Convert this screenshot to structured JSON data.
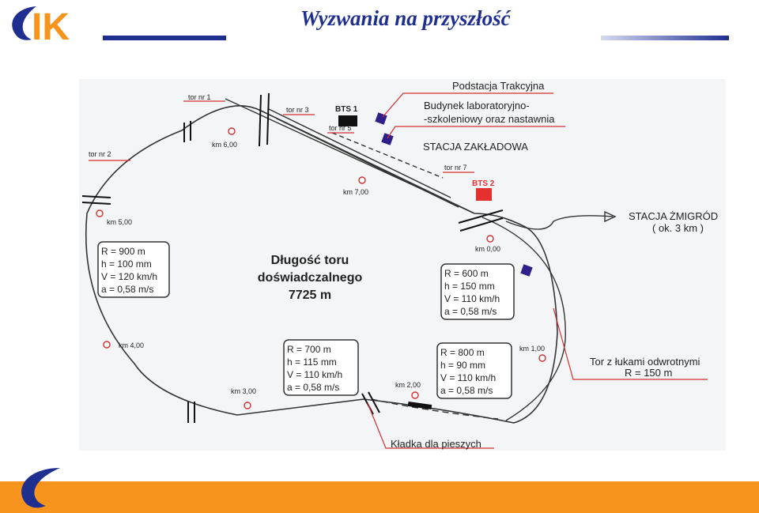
{
  "header": {
    "title": "Wyzwania na przyszłość",
    "logo_text": "IK",
    "colors": {
      "brand_blue": "#1f2f8f",
      "brand_orange": "#f7941d",
      "bts2_red": "#e53030"
    }
  },
  "diagram": {
    "tracks": [
      "tor nr 1",
      "tor nr 2",
      "tor nr 3",
      "tor nr 5",
      "tor nr 7"
    ],
    "kilometres": [
      "km 0,00",
      "km 1,00",
      "km 2,00",
      "km 3,00",
      "km 4,00",
      "km 5,00",
      "km 6,00",
      "km 7,00"
    ],
    "callouts": {
      "substation": "Podstacja Trakcyjna",
      "building_line1": "Budynek laboratoryjno-",
      "building_line2": "-szkoleniowy oraz nastawnia",
      "station": "STACJA ZAKŁADOWA",
      "zmigrod_line1": "STACJA ŻMIGRÓD",
      "zmigrod_line2": "( ok. 3 km )",
      "reverse_line1": "Tor z łukami odwrotnymi",
      "reverse_line2": "R = 150 m",
      "footbridge": "Kładka dla pieszych"
    },
    "bts": [
      "BTS 1",
      "BTS 2"
    ],
    "length_line1": "Długość toru",
    "length_line2": "doświadczalnego",
    "length_line3": "7725 m",
    "curves": [
      {
        "R": "R = 900 m",
        "h": "h = 100 mm",
        "v": "V   = 120 km/h",
        "a": "a = 0,58 m/s"
      },
      {
        "R": "R = 600 m",
        "h": "h = 150 mm",
        "v": "V   = 110 km/h",
        "a": "a = 0,58 m/s"
      },
      {
        "R": "R = 700 m",
        "h": "h = 115 mm",
        "v": "V   = 110 km/h",
        "a": "a = 0,58 m/s"
      },
      {
        "R": "R = 800 m",
        "h": "h = 90 mm",
        "v": "V   = 110 km/h",
        "a": "a = 0,58 m/s"
      }
    ]
  }
}
